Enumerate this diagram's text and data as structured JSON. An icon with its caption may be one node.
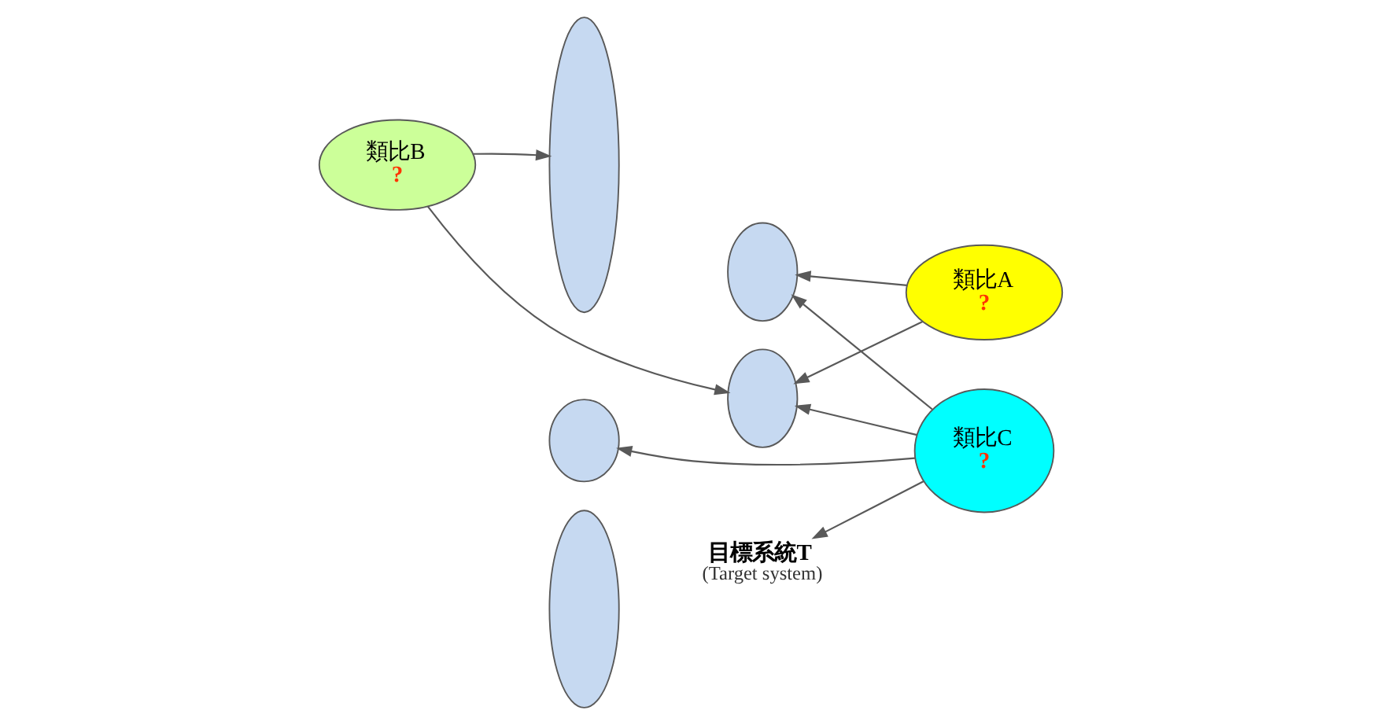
{
  "diagram": {
    "nodes": [
      {
        "text": [
          "類比A",
          "?"
        ]
      },
      {
        "text": [],
        "shape": "ellipse"
      },
      {
        "text": [],
        "shape": "ellipse"
      },
      {
        "text": [],
        "shape": "ellipse"
      },
      {
        "text": [
          "目標系統T",
          "(Target system)"
        ]
      },
      {
        "text": [],
        "shape": "ellipse"
      },
      {
        "text": [],
        "shape": "ellipse"
      },
      {
        "text": [
          "類比B",
          "?"
        ]
      },
      {
        "text": [
          "類比C",
          "?"
        ]
      }
    ],
    "edges": [
      {
        "from": 0,
        "to": 3,
        "arrow": "to"
      },
      {
        "from": 0,
        "to": 6,
        "arrow": "to"
      },
      {
        "from": 8,
        "to": 3,
        "arrow": "to"
      },
      {
        "from": 8,
        "to": 4,
        "arrow": "to"
      },
      {
        "from": 8,
        "to": 6,
        "arrow": "to"
      },
      {
        "from": 8,
        "to": 5,
        "arrow": "to"
      },
      {
        "from": 7,
        "to": 1,
        "arrow": "to"
      },
      {
        "from": 7,
        "to": 6,
        "arrow": "to"
      }
    ]
  }
}
